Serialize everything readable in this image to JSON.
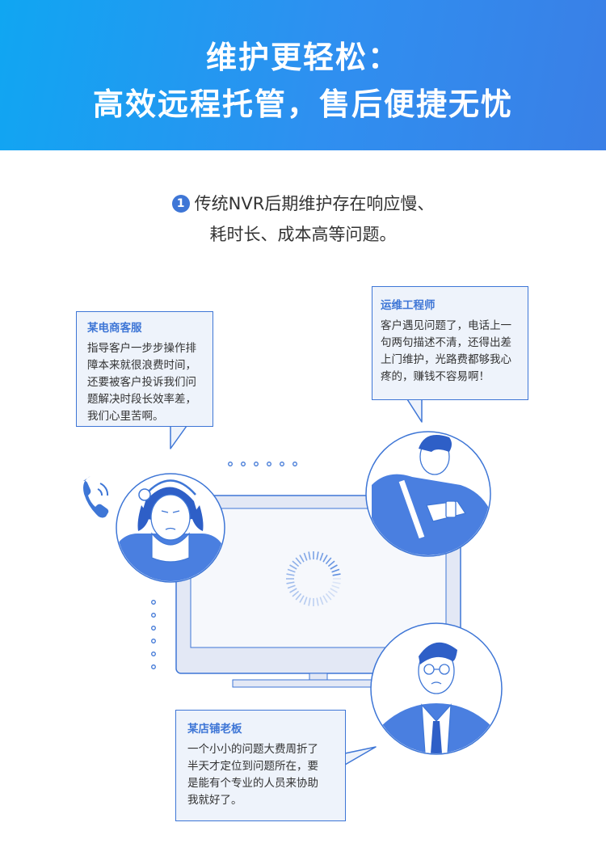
{
  "banner": {
    "line1": "维护更轻松：",
    "line2": "高效远程托管，售后便捷无忧"
  },
  "point": {
    "number": "1",
    "line1": "传统NVR后期维护存在响应慢、",
    "line2": "耗时长、成本高等问题。"
  },
  "bubbles": [
    {
      "title": "某电商客服",
      "text": "指导客户一步步操作排\n障本来就很浪费时间，\n还要被客户投诉我们问\n题解决时段长效率差，\n我们心里苦啊。"
    },
    {
      "title": "运维工程师",
      "text": "客户遇见问题了，电话上一\n句两句描述不清，还得出差\n上门维护，光路费都够我心\n疼的，赚钱不容易啊！"
    },
    {
      "title": "某店铺老板",
      "text": "一个小小的问题大费周折了\n半天才定位到问题所在，要\n是能有个专业的人员来协助\n我就好了。"
    }
  ],
  "colors": {
    "banner_start": "#10a6f2",
    "banner_end": "#3a7fe6",
    "accent": "#3e76d6",
    "bubble_bg": "#eef3fb",
    "monitor_bg": "#e3e8f5"
  }
}
